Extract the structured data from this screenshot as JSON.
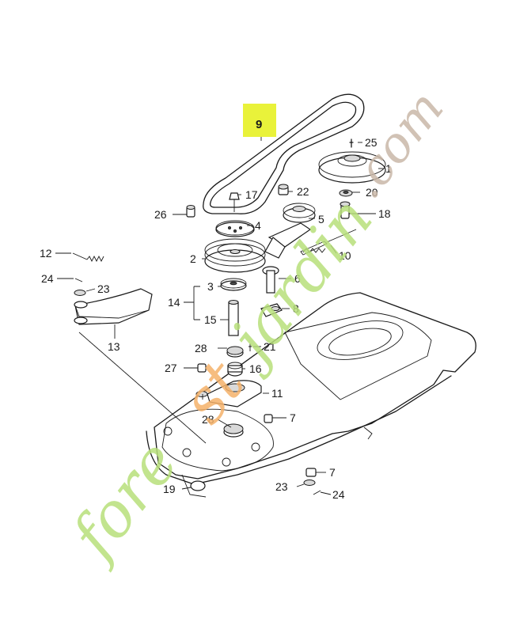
{
  "diagram": {
    "highlighted_part": "9",
    "callouts": [
      "1",
      "2",
      "3",
      "4",
      "5",
      "6",
      "7",
      "8",
      "9",
      "10",
      "11",
      "12",
      "13",
      "14",
      "15",
      "16",
      "17",
      "18",
      "19",
      "20",
      "21",
      "22",
      "23",
      "24",
      "25",
      "26",
      "27",
      "28"
    ],
    "watermark": "forestjardin.com",
    "colors": {
      "highlight": "#e9f23a",
      "watermark_green": "#b7e07a",
      "watermark_orange": "#f5b26a",
      "watermark_gray": "#c9b8a8",
      "line": "#1a1a1a"
    }
  }
}
